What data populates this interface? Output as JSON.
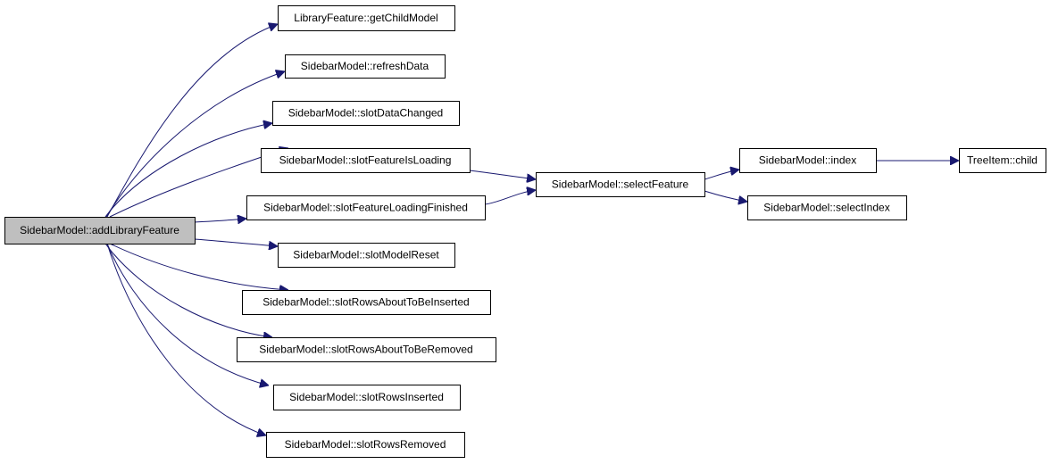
{
  "graph": {
    "edge_color": "#191970",
    "root_fill": "#bfbfbf",
    "node_fill": "#ffffff",
    "nodes": [
      {
        "id": "root",
        "label": "SidebarModel::addLibraryFeature"
      },
      {
        "id": "n1",
        "label": "LibraryFeature::getChildModel"
      },
      {
        "id": "n2",
        "label": "SidebarModel::refreshData"
      },
      {
        "id": "n3",
        "label": "SidebarModel::slotDataChanged"
      },
      {
        "id": "n4",
        "label": "SidebarModel::slotFeatureIsLoading"
      },
      {
        "id": "n5",
        "label": "SidebarModel::slotFeatureLoadingFinished"
      },
      {
        "id": "n6",
        "label": "SidebarModel::slotModelReset"
      },
      {
        "id": "n7",
        "label": "SidebarModel::slotRowsAboutToBeInserted"
      },
      {
        "id": "n8",
        "label": "SidebarModel::slotRowsAboutToBeRemoved"
      },
      {
        "id": "n9",
        "label": "SidebarModel::slotRowsInserted"
      },
      {
        "id": "n10",
        "label": "SidebarModel::slotRowsRemoved"
      },
      {
        "id": "n11",
        "label": "SidebarModel::selectFeature"
      },
      {
        "id": "n12",
        "label": "SidebarModel::index"
      },
      {
        "id": "n13",
        "label": "SidebarModel::selectIndex"
      },
      {
        "id": "n14",
        "label": "TreeItem::child"
      }
    ],
    "edges": [
      [
        "root",
        "n1"
      ],
      [
        "root",
        "n2"
      ],
      [
        "root",
        "n3"
      ],
      [
        "root",
        "n4"
      ],
      [
        "root",
        "n5"
      ],
      [
        "root",
        "n6"
      ],
      [
        "root",
        "n7"
      ],
      [
        "root",
        "n8"
      ],
      [
        "root",
        "n9"
      ],
      [
        "root",
        "n10"
      ],
      [
        "n4",
        "n11"
      ],
      [
        "n5",
        "n11"
      ],
      [
        "n11",
        "n12"
      ],
      [
        "n11",
        "n13"
      ],
      [
        "n12",
        "n14"
      ]
    ]
  }
}
